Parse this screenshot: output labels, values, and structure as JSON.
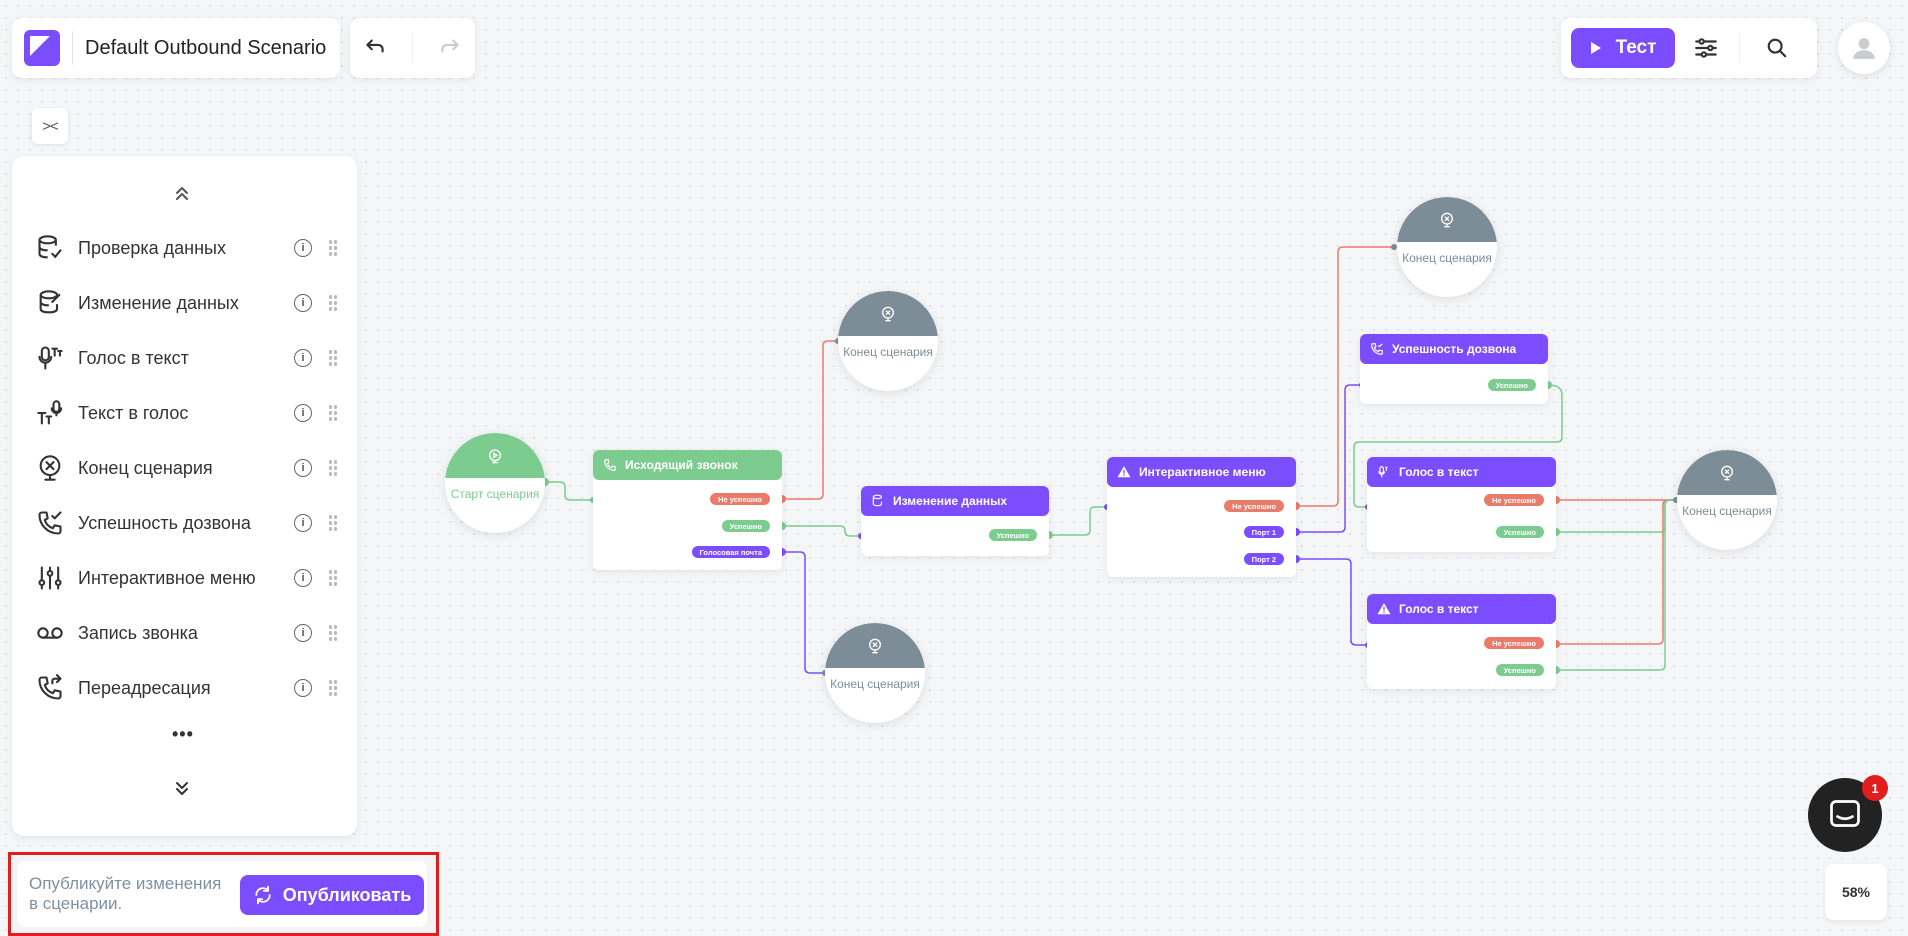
{
  "header": {
    "title": "Default Outbound Scenario",
    "test_label": "Тест"
  },
  "palette": {
    "items": [
      {
        "label": "Проверка данных",
        "icon": "database-check-icon"
      },
      {
        "label": "Изменение данных",
        "icon": "database-edit-icon"
      },
      {
        "label": "Голос в текст",
        "icon": "voice-to-text-icon"
      },
      {
        "label": "Текст в голос",
        "icon": "text-to-voice-icon"
      },
      {
        "label": "Конец сценария",
        "icon": "end-scenario-icon"
      },
      {
        "label": "Успешность дозвона",
        "icon": "call-success-icon"
      },
      {
        "label": "Интерактивное меню",
        "icon": "interactive-menu-icon"
      },
      {
        "label": "Запись звонка",
        "icon": "voicemail-icon"
      },
      {
        "label": "Переадресация",
        "icon": "call-forward-icon"
      }
    ],
    "more": "•••"
  },
  "publish": {
    "text": "Опубликуйте изменения в сценарии.",
    "button_label": "Опубликовать"
  },
  "flow": {
    "start_label": "Старт сценария",
    "end_label": "Конец сценария",
    "nodes": {
      "outbound_call": "Исходящий звонок",
      "data_change": "Изменение данных",
      "ivr": "Интерактивное меню",
      "call_success": "Успешность дозвона",
      "stt1": "Голос в текст",
      "stt2": "Голос в текст"
    },
    "ports": {
      "fail": "Не успешно",
      "success": "Успешно",
      "voicemail": "Голосовая почта",
      "port1": "Порт 1",
      "port2": "Порт 2"
    }
  },
  "colors": {
    "accent": "#7b4dff",
    "green": "#7ccc8f",
    "red": "#e97b6b",
    "gray": "#7c8d98",
    "publish_outline": "#e11d1d"
  },
  "chat": {
    "badge": "1"
  },
  "zoom": "58%"
}
